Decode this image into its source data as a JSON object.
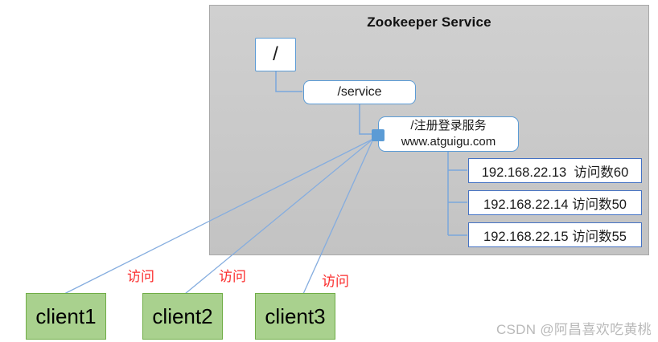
{
  "panel": {
    "title": "Zookeeper Service"
  },
  "tree": {
    "root": "/",
    "service": "/service",
    "register": {
      "line1": "/注册登录服务",
      "line2": "www.atguigu.com"
    },
    "servers": [
      "192.168.22.13  访问数60",
      "192.168.22.14 访问数50",
      "192.168.22.15 访问数55"
    ]
  },
  "clients": [
    "client1",
    "client2",
    "client3"
  ],
  "access_labels": [
    "访问",
    "访问",
    "访问"
  ],
  "watermark": "CSDN @阿昌喜欢吃黄桃",
  "colors": {
    "panel_fill": "#c9c9c9",
    "panel_border": "#a8a8a8",
    "node_border": "#5b9bd5",
    "server_border": "#4472c4",
    "client_fill": "#a9d18e",
    "client_border": "#70ad47",
    "connector": "#7aa7dc",
    "access_label": "#fb2b2b"
  }
}
